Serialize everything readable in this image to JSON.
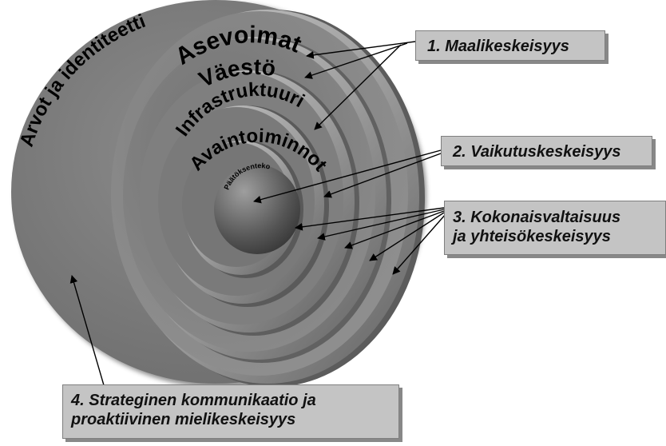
{
  "diagram": {
    "rings": [
      {
        "id": "outer",
        "label": "Arvot ja identiteetti"
      },
      {
        "id": "ring2",
        "label": "Asevoimat"
      },
      {
        "id": "ring3",
        "label": "Väestö"
      },
      {
        "id": "ring4",
        "label": "Infrastruktuuri"
      },
      {
        "id": "ring5",
        "label": "Avaintoiminnot"
      },
      {
        "id": "center",
        "label": "Päätöksenteko"
      }
    ],
    "callouts": [
      {
        "id": "c1",
        "lines": [
          "1. Maalikeskeisyys"
        ]
      },
      {
        "id": "c2",
        "lines": [
          "2. Vaikutuskeskeisyys"
        ]
      },
      {
        "id": "c3",
        "lines": [
          "3. Kokonaisvaltaisuus",
          "ja yhteisökeskeisyys"
        ]
      },
      {
        "id": "c4",
        "lines": [
          "4. Strateginen kommunikaatio ja",
          "proaktiivinen mielikeskeisyys"
        ]
      }
    ],
    "colors": {
      "box_fill": "#c4c4c4",
      "ring_dark": "#5a5a5a",
      "ring_light": "#b0b0b0"
    }
  }
}
